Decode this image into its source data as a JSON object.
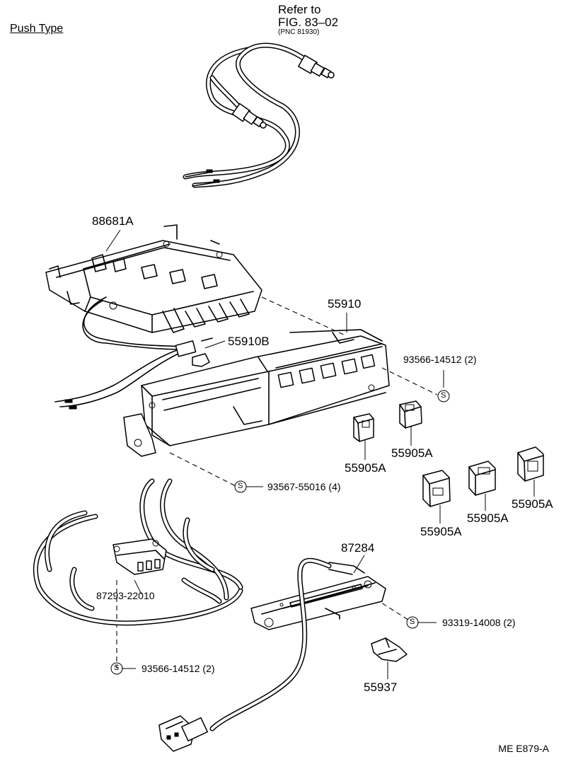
{
  "header": {
    "title": "Push Type",
    "ref_line1": "Refer to",
    "ref_line2": "FIG. 83–02",
    "ref_line3": "(PNC 81930)"
  },
  "parts": {
    "p88681A": "88681A",
    "p55910": "55910",
    "p55910B": "55910B",
    "p93566_top": "93566-14512 (2)",
    "p93567": "93567-55016 (4)",
    "p55905A_1": "55905A",
    "p55905A_2": "55905A",
    "p55905A_3": "55905A",
    "p55905A_4": "55905A",
    "p55905A_5": "55905A",
    "p87284": "87284",
    "p87293": "87293-22010",
    "p93319": "93319-14008 (2)",
    "p93566_bot": "93566-14512 (2)",
    "p55937": "55937"
  },
  "symbols": {
    "screw_mark": "S"
  },
  "footer": {
    "figure_code": "ME  E879-A"
  }
}
